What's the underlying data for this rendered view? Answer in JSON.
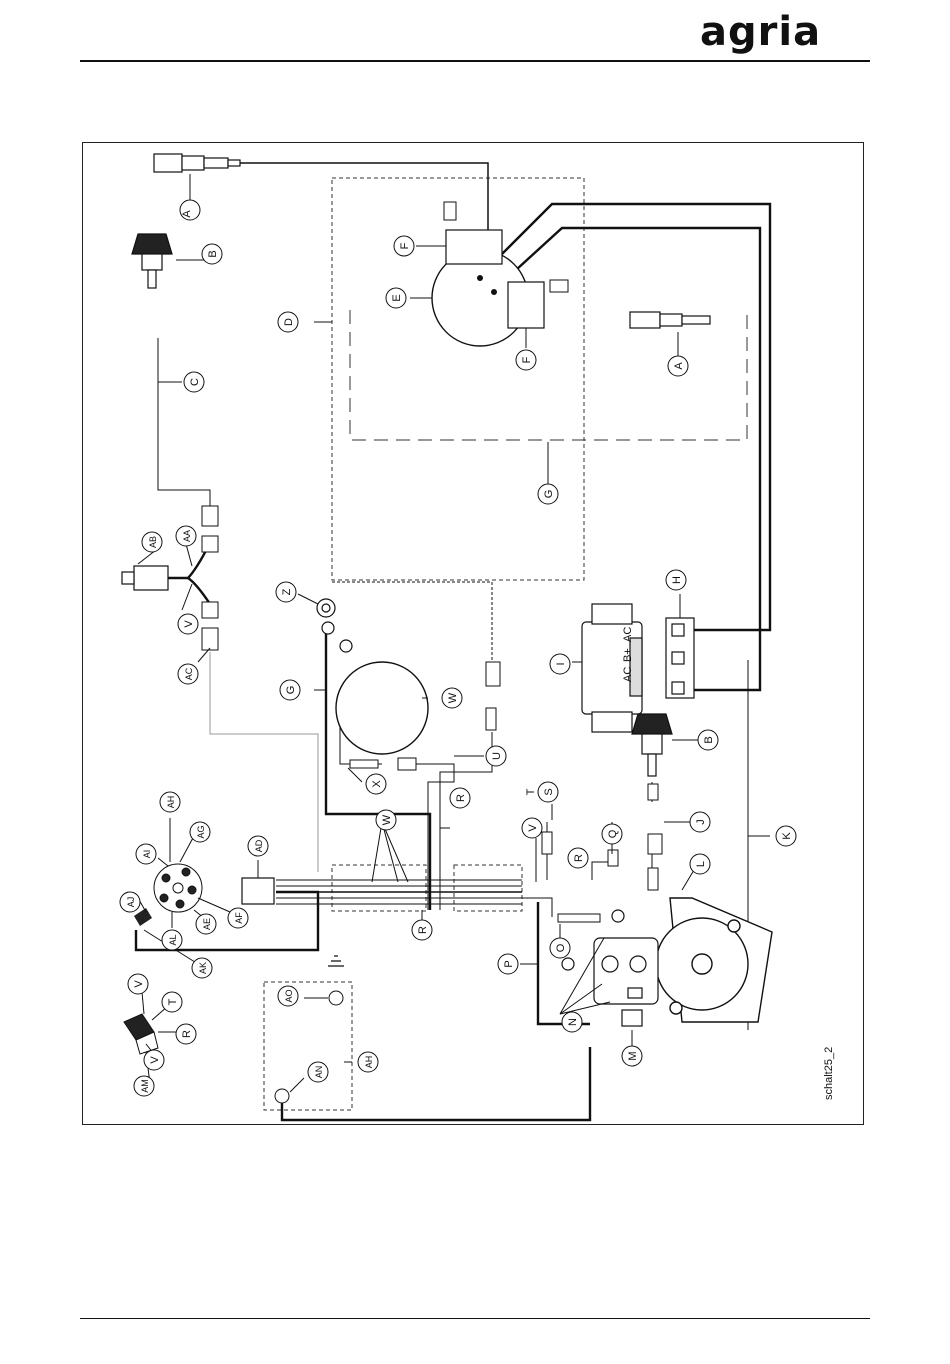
{
  "header": {
    "brand": "agria"
  },
  "figure": {
    "code": "schalt25_2"
  },
  "callouts": [
    {
      "id": "A1",
      "text": "A"
    },
    {
      "id": "A2",
      "text": "A"
    },
    {
      "id": "B1",
      "text": "B"
    },
    {
      "id": "B2",
      "text": "B"
    },
    {
      "id": "C",
      "text": "C"
    },
    {
      "id": "D",
      "text": "D"
    },
    {
      "id": "E",
      "text": "E"
    },
    {
      "id": "F1",
      "text": "F"
    },
    {
      "id": "F2",
      "text": "F"
    },
    {
      "id": "G1",
      "text": "G"
    },
    {
      "id": "G2",
      "text": "G"
    },
    {
      "id": "H",
      "text": "H"
    },
    {
      "id": "I",
      "text": "I"
    },
    {
      "id": "J",
      "text": "J"
    },
    {
      "id": "K",
      "text": "K"
    },
    {
      "id": "L",
      "text": "L"
    },
    {
      "id": "M",
      "text": "M"
    },
    {
      "id": "N",
      "text": "N"
    },
    {
      "id": "O",
      "text": "O"
    },
    {
      "id": "P",
      "text": "P"
    },
    {
      "id": "Q",
      "text": "Q"
    },
    {
      "id": "R1",
      "text": "R"
    },
    {
      "id": "R2",
      "text": "R"
    },
    {
      "id": "R3",
      "text": "R"
    },
    {
      "id": "R4",
      "text": "R"
    },
    {
      "id": "S",
      "text": "S"
    },
    {
      "id": "T1",
      "text": "T"
    },
    {
      "id": "T2",
      "text": "T"
    },
    {
      "id": "U",
      "text": "U"
    },
    {
      "id": "V1",
      "text": "V"
    },
    {
      "id": "V2",
      "text": "V"
    },
    {
      "id": "V3",
      "text": "V"
    },
    {
      "id": "V4",
      "text": "V"
    },
    {
      "id": "W1",
      "text": "W"
    },
    {
      "id": "W2",
      "text": "W"
    },
    {
      "id": "X",
      "text": "X"
    },
    {
      "id": "Z",
      "text": "Z"
    },
    {
      "id": "AA",
      "text": "AA"
    },
    {
      "id": "AB",
      "text": "AB"
    },
    {
      "id": "AC",
      "text": "AC"
    },
    {
      "id": "AD",
      "text": "AD"
    },
    {
      "id": "AE",
      "text": "AE"
    },
    {
      "id": "AF",
      "text": "AF"
    },
    {
      "id": "AG",
      "text": "AG"
    },
    {
      "id": "AH1",
      "text": "AH"
    },
    {
      "id": "AH2",
      "text": "AH"
    },
    {
      "id": "AI",
      "text": "AI"
    },
    {
      "id": "AJ",
      "text": "AJ"
    },
    {
      "id": "AK",
      "text": "AK"
    },
    {
      "id": "AL",
      "text": "AL"
    },
    {
      "id": "AM",
      "text": "AM"
    },
    {
      "id": "AN",
      "text": "AN"
    },
    {
      "id": "AO",
      "text": "AO"
    }
  ],
  "regulator_terminals": [
    "AC",
    "B+",
    "AC"
  ]
}
